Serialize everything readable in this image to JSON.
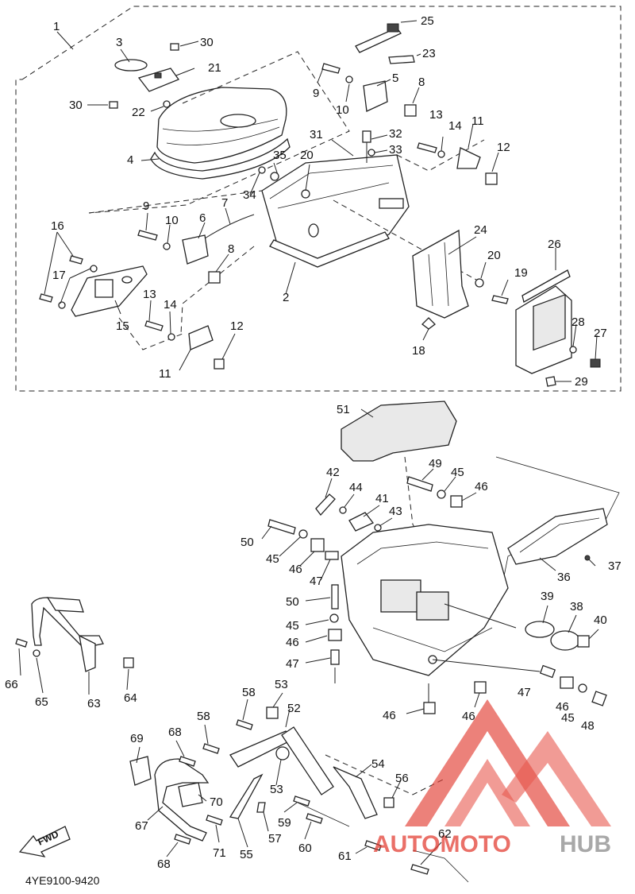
{
  "diagram_code": "4YE9100-9420",
  "fwd_label": "FWD",
  "watermark": {
    "text_red": "AUTOMOTO",
    "text_gray": "HUB",
    "colors": {
      "red": "#e23a2f",
      "gray": "#8e8e8e",
      "yellow": "#f2b531"
    }
  },
  "callouts": [
    "1",
    "2",
    "3",
    "4",
    "5",
    "6",
    "7",
    "8",
    "9",
    "10",
    "11",
    "12",
    "13",
    "14",
    "15",
    "16",
    "17",
    "18",
    "19",
    "20",
    "21",
    "22",
    "23",
    "24",
    "25",
    "26",
    "27",
    "28",
    "29",
    "30",
    "31",
    "32",
    "33",
    "34",
    "35",
    "36",
    "37",
    "38",
    "39",
    "40",
    "41",
    "42",
    "43",
    "44",
    "45",
    "46",
    "47",
    "48",
    "49",
    "50",
    "51",
    "52",
    "53",
    "54",
    "55",
    "56",
    "57",
    "58",
    "59",
    "60",
    "61",
    "62",
    "63",
    "64",
    "65",
    "66",
    "67",
    "68",
    "69",
    "70",
    "71"
  ],
  "repeated_callouts": [
    "8",
    "9",
    "10",
    "11",
    "12",
    "13",
    "14",
    "20",
    "30",
    "45",
    "46",
    "47",
    "50",
    "58",
    "68"
  ]
}
